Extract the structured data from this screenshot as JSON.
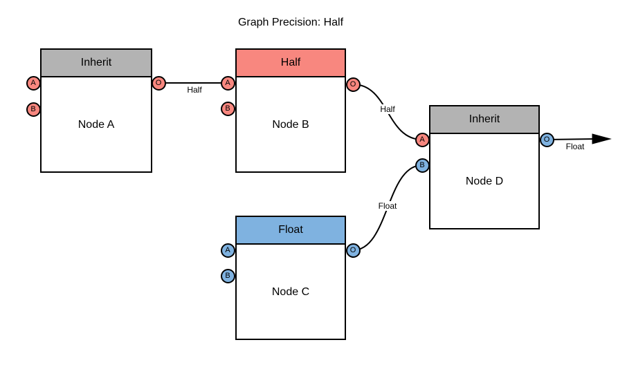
{
  "title": "Graph Precision: Half",
  "colors": {
    "half_salmon": "#F8877F",
    "float_blue": "#7FB2E0",
    "inherit_gray": "#B3B3B3",
    "stroke": "#000000",
    "background": "#FFFFFF"
  },
  "nodes": [
    {
      "name": "Node A",
      "precision": "Inherit",
      "ports": {
        "a": "A",
        "b": "B",
        "o": "O"
      }
    },
    {
      "name": "Node B",
      "precision": "Half",
      "ports": {
        "a": "A",
        "b": "B",
        "o": "O"
      }
    },
    {
      "name": "Node C",
      "precision": "Float",
      "ports": {
        "a": "A",
        "b": "B",
        "o": "O"
      }
    },
    {
      "name": "Node D",
      "precision": "Inherit",
      "ports": {
        "a": "A",
        "b": "B",
        "o": "O"
      }
    }
  ],
  "edges": [
    {
      "from": "Node A port O",
      "to": "Node B port A",
      "label": "Half"
    },
    {
      "from": "Node B port O",
      "to": "Node D port A",
      "label": "Half"
    },
    {
      "from": "Node C port O",
      "to": "Node D port B",
      "label": "Float"
    },
    {
      "from": "Node D port O",
      "to": "graph output arrow",
      "label": "Float"
    }
  ]
}
